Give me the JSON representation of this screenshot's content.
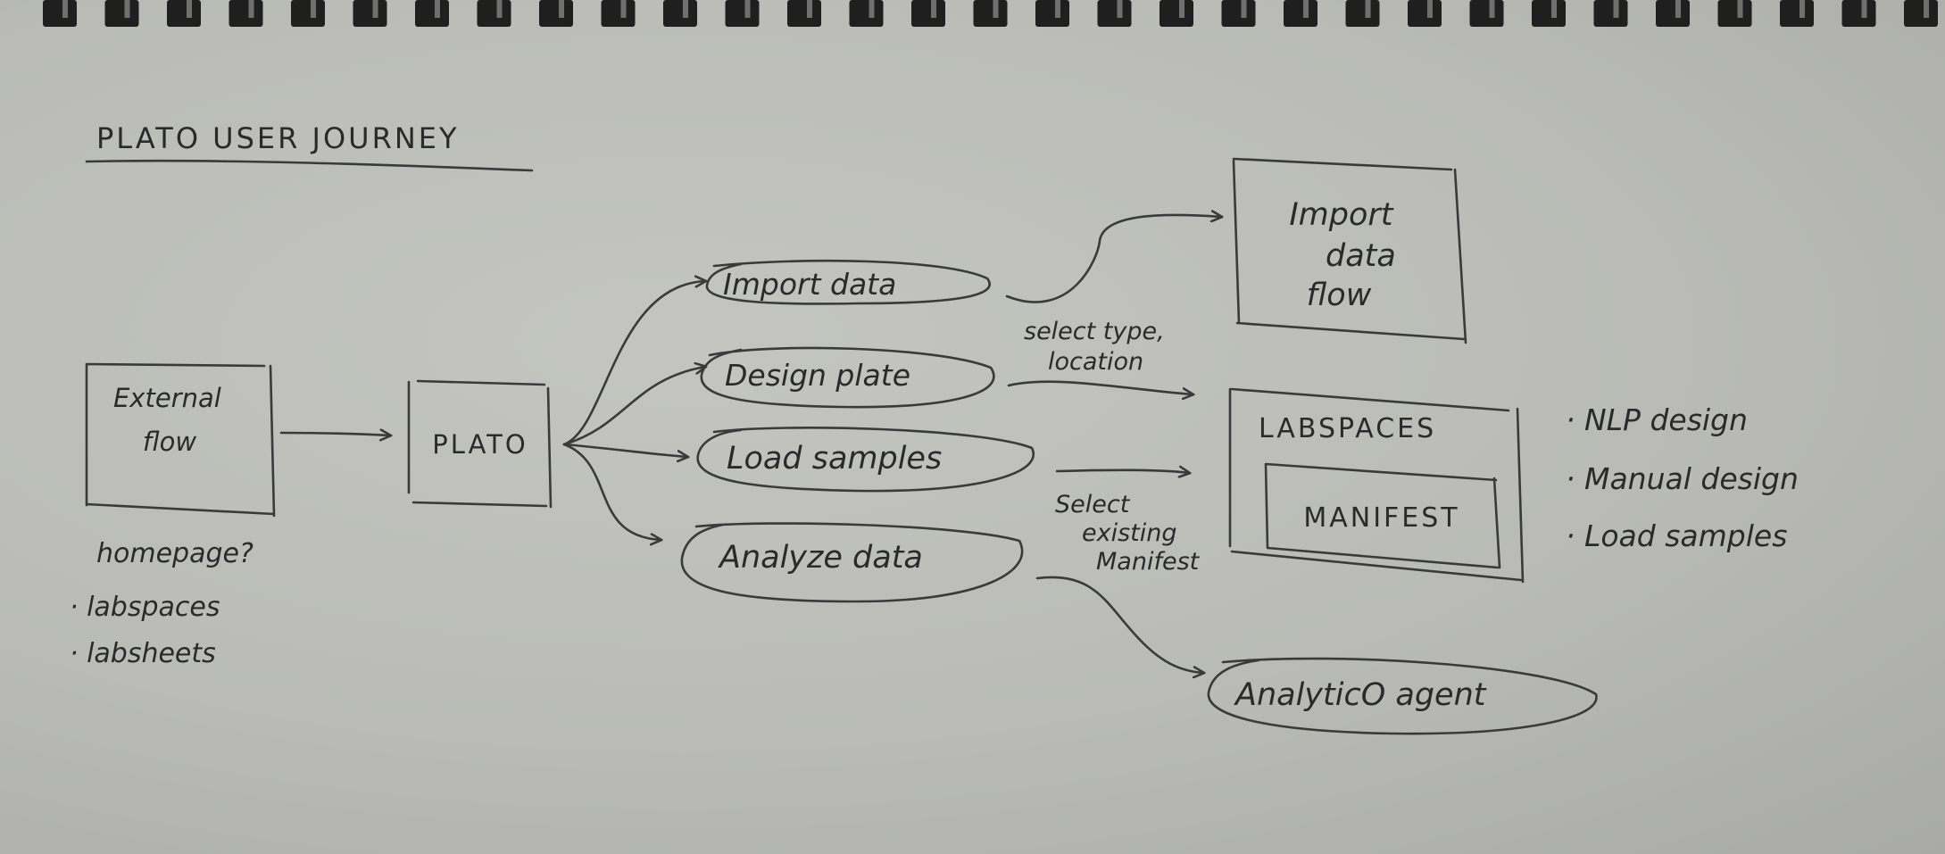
{
  "title": "PLATO USER JOURNEY",
  "nodes": {
    "external_flow": [
      "External",
      "flow"
    ],
    "plato": "PLATO",
    "import_data": "Import data",
    "design_plate": "Design plate",
    "load_samples": "Load samples",
    "analyze_data": "Analyze data",
    "import_data_flow": [
      "Import",
      "data",
      "flow"
    ],
    "labspaces": "LABSPACES",
    "manifest": "MANIFEST",
    "analytico_agent": "AnalyticO agent"
  },
  "notes": {
    "homepage": [
      "homepage?",
      "· labspaces",
      "· labsheets"
    ],
    "select_type": [
      "select type,",
      "location"
    ],
    "select_manifest": [
      "Select",
      "existing",
      "Manifest"
    ],
    "labspaces_options": [
      "· NLP design",
      "· Manual design",
      "· Load samples"
    ]
  }
}
